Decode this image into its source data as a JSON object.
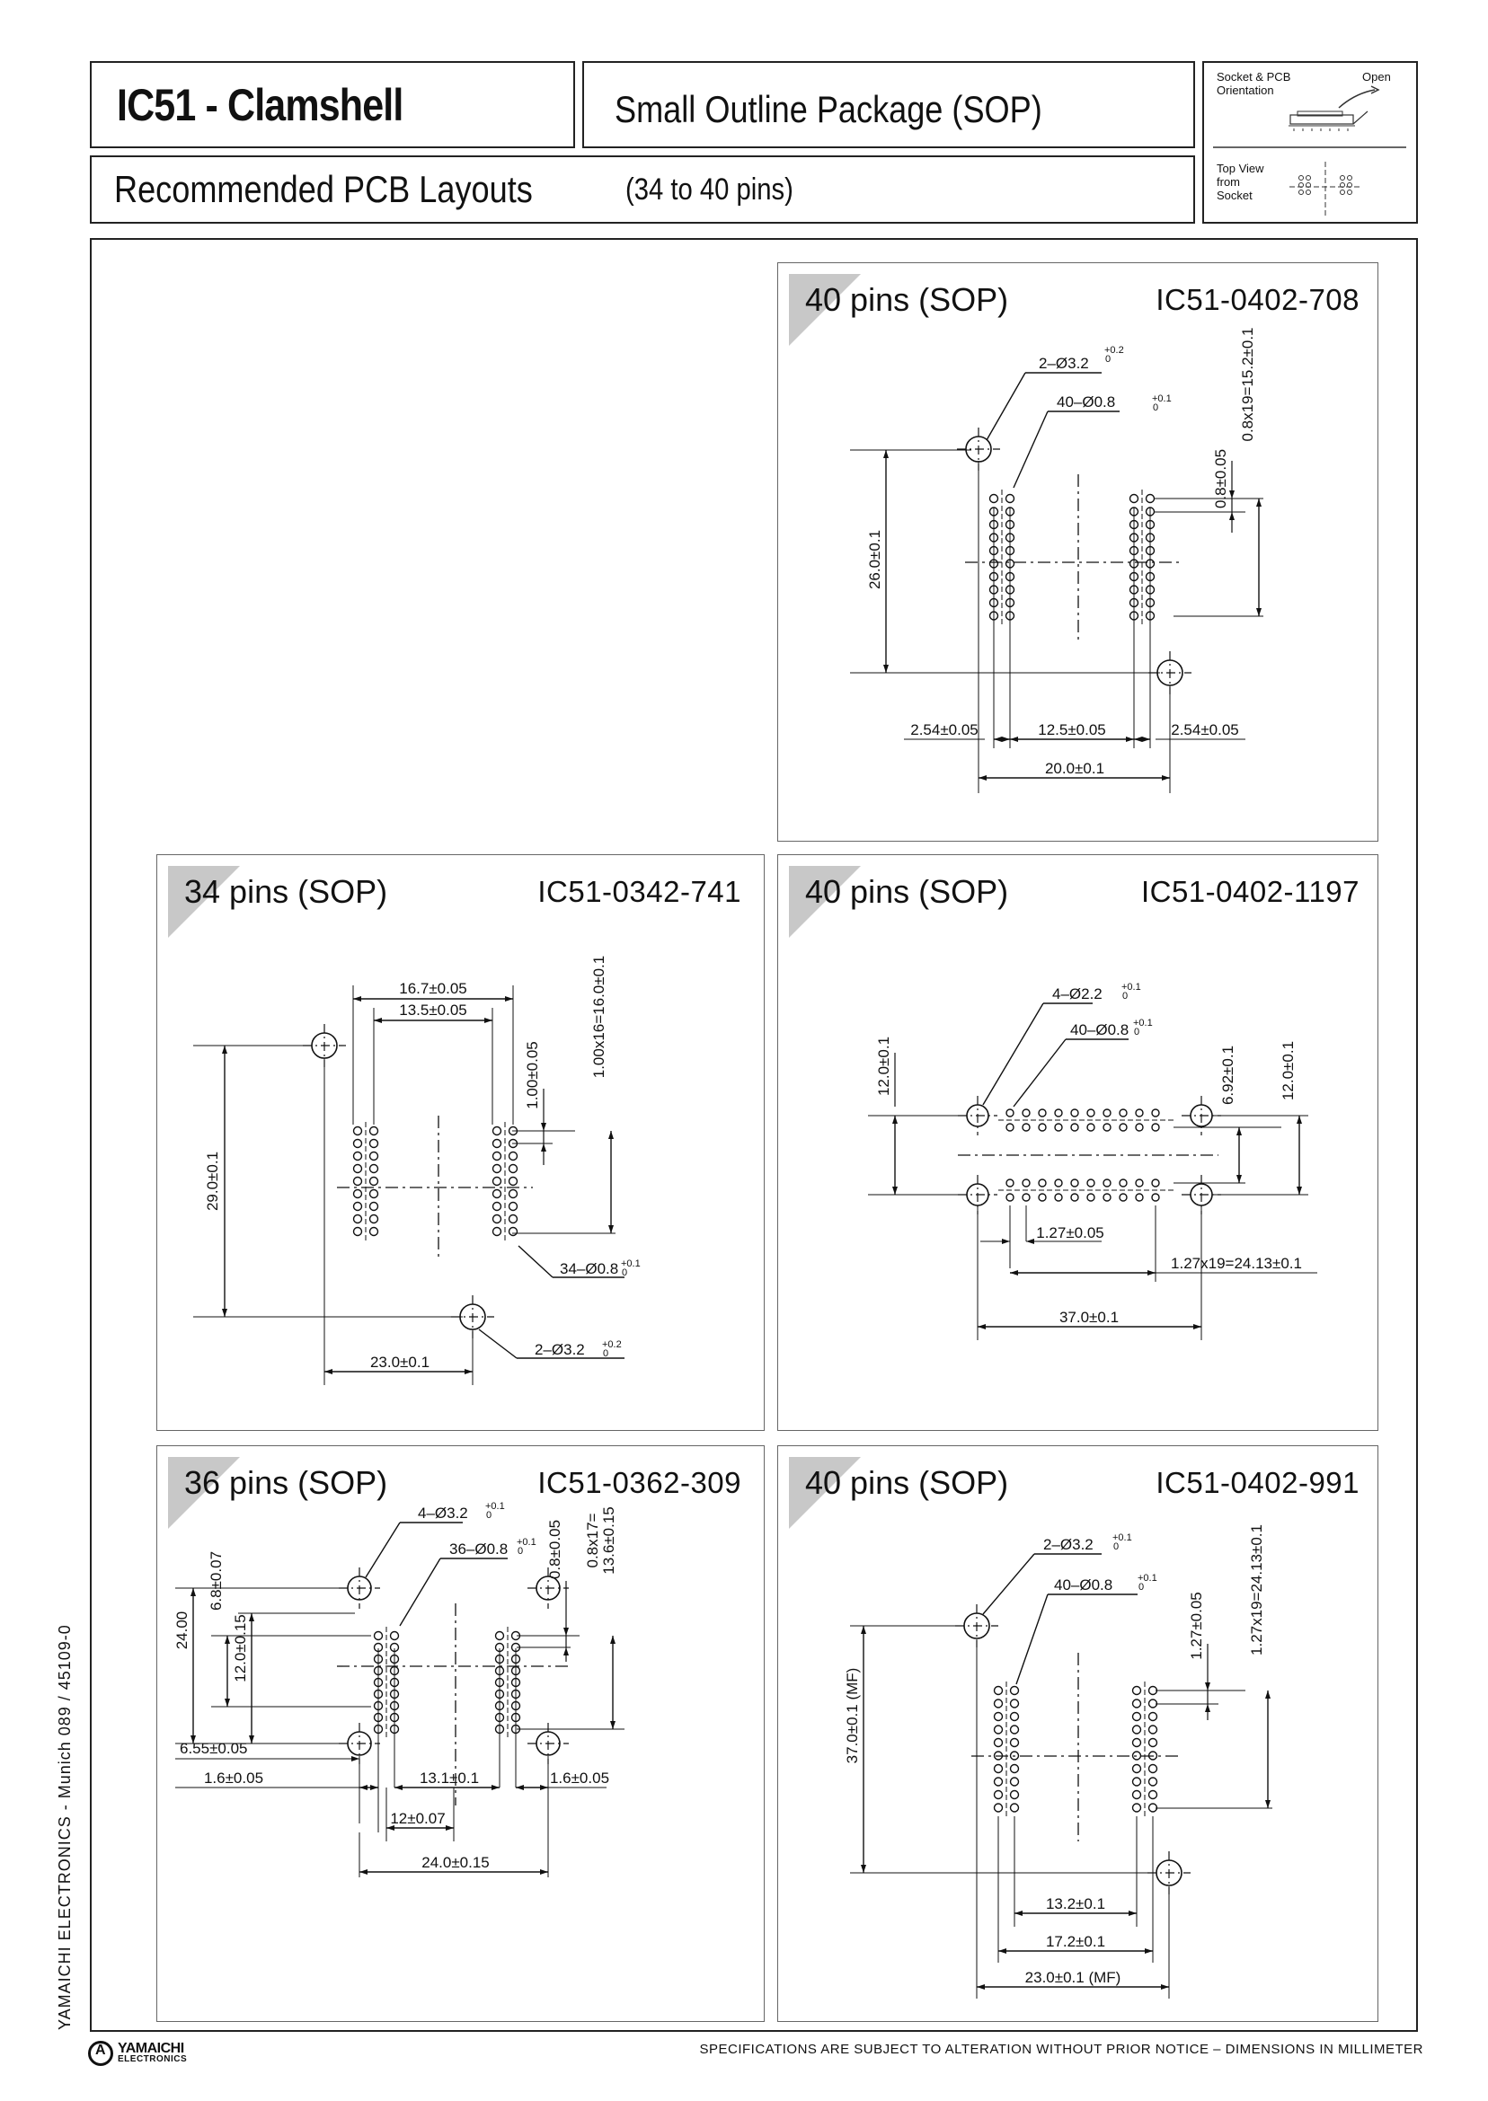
{
  "header": {
    "title": "IC51 - Clamshell",
    "subtitle": "Small Outline Package (SOP)",
    "layout_title": "Recommended PCB Layouts",
    "pin_range": "(34 to 40 pins)",
    "orientation_label_1": "Socket & PCB",
    "orientation_label_2": "Orientation",
    "open_label": "Open",
    "topview_1": "Top View",
    "topview_2": "from",
    "topview_3": "Socket"
  },
  "panels": [
    {
      "title": "40 pins (SOP)",
      "part": "IC51-0402-708",
      "dims": [
        "2–Ø3.2",
        "+0.2",
        "0",
        "40–Ø0.8",
        "+0.1",
        "0",
        "0.8±0.05",
        "0.8x19=15.2±0.1",
        "26.0±0.1",
        "2.54±0.05",
        "12.5±0.05",
        "2.54±0.05",
        "20.0±0.1"
      ]
    },
    {
      "title": "34 pins (SOP)",
      "part": "IC51-0342-741",
      "dims": [
        "16.7±0.05",
        "13.5±0.05",
        "1.00±0.05",
        "1.00x16=16.0±0.1",
        "29.0±0.1",
        "34–Ø0.8",
        "+0.1",
        "0",
        "23.0±0.1",
        "2–Ø3.2",
        "+0.2",
        "0"
      ]
    },
    {
      "title": "40 pins (SOP)",
      "part": "IC51-0402-1197",
      "dims": [
        "4–Ø2.2",
        "+0.1",
        "0",
        "40–Ø0.8",
        "+0.1",
        "0",
        "12.0±0.1",
        "6.92±0.1",
        "12.0±0.1",
        "1.27±0.05",
        "1.27x19=24.13±0.1",
        "37.0±0.1"
      ]
    },
    {
      "title": "36 pins (SOP)",
      "part": "IC51-0362-309",
      "dims": [
        "4–Ø3.2",
        "+0.1",
        "0",
        "36–Ø0.8",
        "+0.1",
        "0",
        "0.8±0.05",
        "0.8x17=",
        "13.6±0.15",
        "24.00",
        "6.8±0.07",
        "12.0±0.15",
        "6.55±0.05",
        "1.6±0.05",
        "13.1±0.1",
        "1.6±0.05",
        "12±0.07",
        "24.0±0.15"
      ]
    },
    {
      "title": "40 pins (SOP)",
      "part": "IC51-0402-991",
      "dims": [
        "2–Ø3.2",
        "+0.1",
        "0",
        "40–Ø0.8",
        "+0.1",
        "0",
        "1.27±0.05",
        "1.27x19=24.13±0.1",
        "37.0±0.1 (MF)",
        "13.2±0.1",
        "17.2±0.1",
        "23.0±0.1 (MF)"
      ]
    }
  ],
  "sidebar": "YAMAICHI ELECTRONICS  -  Munich 089 / 45109-0",
  "footer": "SPECIFICATIONS ARE SUBJECT TO ALTERATION WITHOUT PRIOR NOTICE  –  DIMENSIONS IN MILLIMETER",
  "logo": {
    "line1": "YAMAICHI",
    "line2": "ELECTRONICS"
  }
}
